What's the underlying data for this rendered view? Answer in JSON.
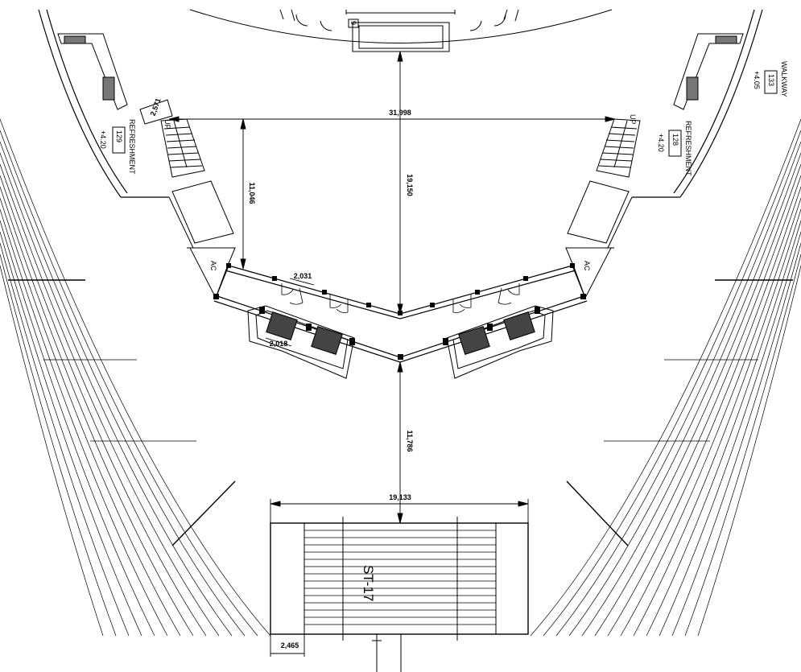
{
  "dimensions": {
    "width_top": "31,998",
    "depth_center": "19,150",
    "depth_left": "11,046",
    "door_width": "2,031",
    "stair_width": "2,018",
    "corridor_length": "11,786",
    "stage_width": "19,133",
    "bottom_width": "2,465",
    "stair_tread": "2,571"
  },
  "rooms": {
    "left": {
      "name": "REFRESHMENT",
      "number": "129",
      "level": "+4.20"
    },
    "right": {
      "name": "REFRESHMENT",
      "number": "128",
      "level": "+4.20"
    },
    "walkway": {
      "name": "WALKWAY",
      "number": "133",
      "level": "+4.05"
    }
  },
  "labels": {
    "up_left": "UP",
    "up_right": "UP",
    "ac_left": "AC",
    "ac_right": "AC",
    "stage": "ST-17",
    "top_mark": "9"
  }
}
